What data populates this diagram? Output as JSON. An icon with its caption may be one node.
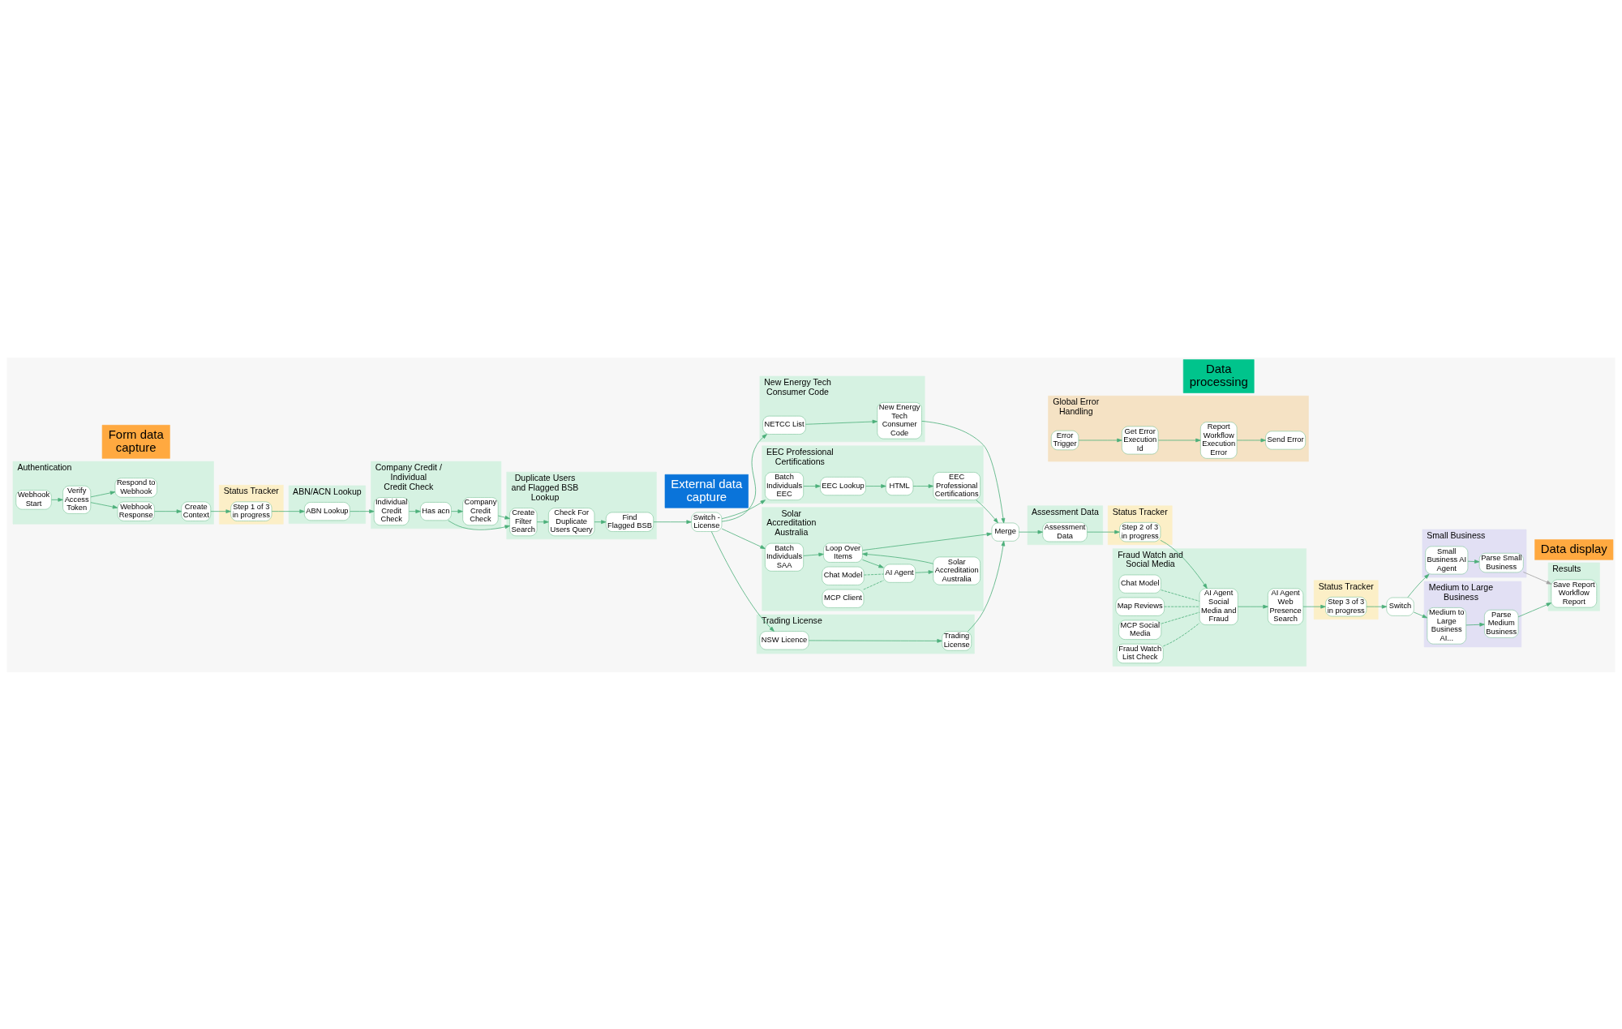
{
  "diagram": {
    "nodes": [
      {
        "text": [
          "Authentication"
        ]
      },
      {
        "text": [
          "Webhook Start"
        ],
        "in": 0
      },
      {
        "text": [
          "Verify Access Token"
        ],
        "in": 0
      },
      {
        "text": [
          "Webhook Response"
        ],
        "in": 0
      },
      {
        "text": [
          "Respond to Webhook"
        ],
        "in": 0
      },
      {
        "text": [
          "Create Context"
        ],
        "in": 0
      },
      {
        "text": [
          "Status Tracker"
        ]
      },
      {
        "text": [
          "Step 1 of 3 in progress"
        ],
        "in": 6
      },
      {
        "text": [
          "ABN/ACN Lookup"
        ]
      },
      {
        "text": [
          "ABN Lookup"
        ],
        "in": 8
      },
      {
        "text": [
          "Company Credit / Individual Credit Check"
        ]
      },
      {
        "text": [
          "Individual Credit Check"
        ],
        "in": 10
      },
      {
        "text": [
          "Has acn"
        ],
        "in": 10
      },
      {
        "text": [
          "Company Credit Check"
        ],
        "in": 10
      },
      {
        "text": [
          "Duplicate Users and Flagged BSB Lookup"
        ]
      },
      {
        "text": [
          "Create Filter Search"
        ],
        "in": 14
      },
      {
        "text": [
          "Check For Duplicate Users Query"
        ],
        "in": 14
      },
      {
        "text": [
          "Find Flagged BSB"
        ],
        "in": 14
      },
      {
        "text": [
          "Switch - License"
        ]
      },
      {
        "text": [
          "New Energy Tech Consumer Code"
        ]
      },
      {
        "text": [
          "NETCC List"
        ],
        "in": 19
      },
      {
        "text": [
          "New Energy Tech Consumer Code"
        ],
        "in": 19
      },
      {
        "text": [
          "EEC Professional Certifications"
        ]
      },
      {
        "text": [
          "Batch Individuals EEC"
        ],
        "in": 22
      },
      {
        "text": [
          "EEC Lookup"
        ],
        "in": 22
      },
      {
        "text": [
          "HTML"
        ],
        "in": 22
      },
      {
        "text": [
          "EEC Professional Certifications"
        ],
        "in": 22
      },
      {
        "text": [
          "Solar Accreditation Australia"
        ]
      },
      {
        "text": [
          "Batch Individuals SAA"
        ],
        "in": 27
      },
      {
        "text": [
          "Loop Over Items"
        ],
        "in": 27
      },
      {
        "text": [
          "AI Agent"
        ],
        "in": 27
      },
      {
        "text": [
          "Chat Model"
        ],
        "in": 27
      },
      {
        "text": [
          "MCP Client"
        ],
        "in": 27
      },
      {
        "text": [
          "Solar Accreditation Australia"
        ],
        "in": 27
      },
      {
        "text": [
          "Trading License"
        ]
      },
      {
        "text": [
          "NSW Licence"
        ],
        "in": 34
      },
      {
        "text": [
          "Trading License"
        ],
        "in": 34
      },
      {
        "text": [
          "Merge"
        ]
      },
      {
        "text": [
          "Assessment Data"
        ]
      },
      {
        "text": [
          "Assessment Data"
        ],
        "in": 38
      },
      {
        "text": [
          "Status Tracker"
        ]
      },
      {
        "text": [
          "Step 2 of 3 in progress"
        ],
        "in": 40
      },
      {
        "text": [
          "Fraud Watch and Social Media"
        ]
      },
      {
        "text": [
          "AI Agent Social Media and Fraud"
        ],
        "in": 42
      },
      {
        "text": [
          "AI Agent Web Presence Search"
        ],
        "in": 42
      },
      {
        "text": [
          "Chat Model"
        ],
        "in": 42
      },
      {
        "text": [
          "Map Reviews"
        ],
        "in": 42
      },
      {
        "text": [
          "MCP Social Media"
        ],
        "in": 42
      },
      {
        "text": [
          "Fraud Watch List Check"
        ],
        "in": 42
      },
      {
        "text": [
          "Status Tracker"
        ]
      },
      {
        "text": [
          "Step 3 of 3 in progress"
        ],
        "in": 49
      },
      {
        "text": [
          "Switch"
        ]
      },
      {
        "text": [
          "Global Error Handling"
        ]
      },
      {
        "text": [
          "Error Trigger"
        ],
        "in": 52
      },
      {
        "text": [
          "Get Error Execution Id"
        ],
        "in": 52
      },
      {
        "text": [
          "Report Workflow Execution Error"
        ],
        "in": 52
      },
      {
        "text": [
          "Send Error"
        ],
        "in": 52
      },
      {
        "text": [
          "Small Business"
        ]
      },
      {
        "text": [
          "Small Business AI Agent"
        ],
        "in": 57
      },
      {
        "text": [
          "Parse Small Business"
        ],
        "in": 57
      },
      {
        "text": [
          "Medium to Large Business"
        ]
      },
      {
        "text": [
          "Medium to Large Business AI..."
        ],
        "in": 60
      },
      {
        "text": [
          "Parse Medium Business"
        ],
        "in": 60
      },
      {
        "text": [
          "Results"
        ]
      },
      {
        "text": [
          "Save Report Workflow Report"
        ],
        "in": 63
      },
      {
        "text": [
          "Form data capture"
        ]
      },
      {
        "text": [
          "External data capture"
        ]
      },
      {
        "text": [
          "Data processing"
        ]
      },
      {
        "text": [
          "Data display"
        ]
      }
    ],
    "edges": [
      {
        "from": 1,
        "to": 2,
        "arrow": "to"
      },
      {
        "from": 2,
        "to": 3,
        "arrow": "to"
      },
      {
        "from": 2,
        "to": 4,
        "arrow": "to"
      },
      {
        "from": 3,
        "to": 5,
        "arrow": "to"
      },
      {
        "from": 5,
        "to": 7,
        "arrow": "to"
      },
      {
        "from": 7,
        "to": 9,
        "arrow": "to"
      },
      {
        "from": 9,
        "to": 11,
        "arrow": "to"
      },
      {
        "from": 11,
        "to": 12,
        "arrow": "to"
      },
      {
        "from": 12,
        "to": 13,
        "arrow": "to"
      },
      {
        "from": 12,
        "to": 15,
        "arrow": "to"
      },
      {
        "from": 13,
        "to": 15,
        "arrow": "to"
      },
      {
        "from": 15,
        "to": 16,
        "arrow": "to"
      },
      {
        "from": 16,
        "to": 17,
        "arrow": "to"
      },
      {
        "from": 17,
        "to": 18,
        "arrow": "to"
      },
      {
        "from": 18,
        "to": 20,
        "arrow": "to"
      },
      {
        "from": 18,
        "to": 23,
        "arrow": "to"
      },
      {
        "from": 18,
        "to": 28,
        "arrow": "to"
      },
      {
        "from": 18,
        "to": 35,
        "arrow": "to"
      },
      {
        "from": 20,
        "to": 21,
        "arrow": "to"
      },
      {
        "from": 21,
        "to": 37,
        "arrow": "to"
      },
      {
        "from": 23,
        "to": 24,
        "arrow": "to"
      },
      {
        "from": 24,
        "to": 25,
        "arrow": "to"
      },
      {
        "from": 25,
        "to": 26,
        "arrow": "to"
      },
      {
        "from": 26,
        "to": 37,
        "arrow": "to"
      },
      {
        "from": 28,
        "to": 29,
        "arrow": "to"
      },
      {
        "from": 29,
        "to": 30,
        "arrow": "to"
      },
      {
        "from": 29,
        "to": 37,
        "arrow": "to"
      },
      {
        "from": 31,
        "to": 30,
        "arrow": "none",
        "style": "dashed"
      },
      {
        "from": 32,
        "to": 30,
        "arrow": "none",
        "style": "dashed"
      },
      {
        "from": 30,
        "to": 33,
        "arrow": "to"
      },
      {
        "from": 33,
        "to": 29,
        "arrow": "to"
      },
      {
        "from": 35,
        "to": 36,
        "arrow": "to"
      },
      {
        "from": 36,
        "to": 37,
        "arrow": "to"
      },
      {
        "from": 37,
        "to": 39,
        "arrow": "to"
      },
      {
        "from": 39,
        "to": 41,
        "arrow": "to"
      },
      {
        "from": 41,
        "to": 43,
        "arrow": "to"
      },
      {
        "from": 43,
        "to": 44,
        "arrow": "to"
      },
      {
        "from": 45,
        "to": 43,
        "arrow": "none",
        "style": "dashed"
      },
      {
        "from": 46,
        "to": 43,
        "arrow": "none",
        "style": "dashed"
      },
      {
        "from": 47,
        "to": 43,
        "arrow": "none",
        "style": "dashed"
      },
      {
        "from": 48,
        "to": 43,
        "arrow": "none",
        "style": "dashed"
      },
      {
        "from": 44,
        "to": 50,
        "arrow": "to"
      },
      {
        "from": 50,
        "to": 51,
        "arrow": "to"
      },
      {
        "from": 51,
        "to": 58,
        "arrow": "to"
      },
      {
        "from": 51,
        "to": 61,
        "arrow": "to"
      },
      {
        "from": 58,
        "to": 59,
        "arrow": "to"
      },
      {
        "from": 61,
        "to": 62,
        "arrow": "to"
      },
      {
        "from": 59,
        "to": 64,
        "arrow": "to",
        "color": "#a0a0a0"
      },
      {
        "from": 62,
        "to": 64,
        "arrow": "to"
      },
      {
        "from": 53,
        "to": 54,
        "arrow": "to"
      },
      {
        "from": 54,
        "to": 55,
        "arrow": "to"
      },
      {
        "from": 55,
        "to": 56,
        "arrow": "to"
      }
    ]
  }
}
